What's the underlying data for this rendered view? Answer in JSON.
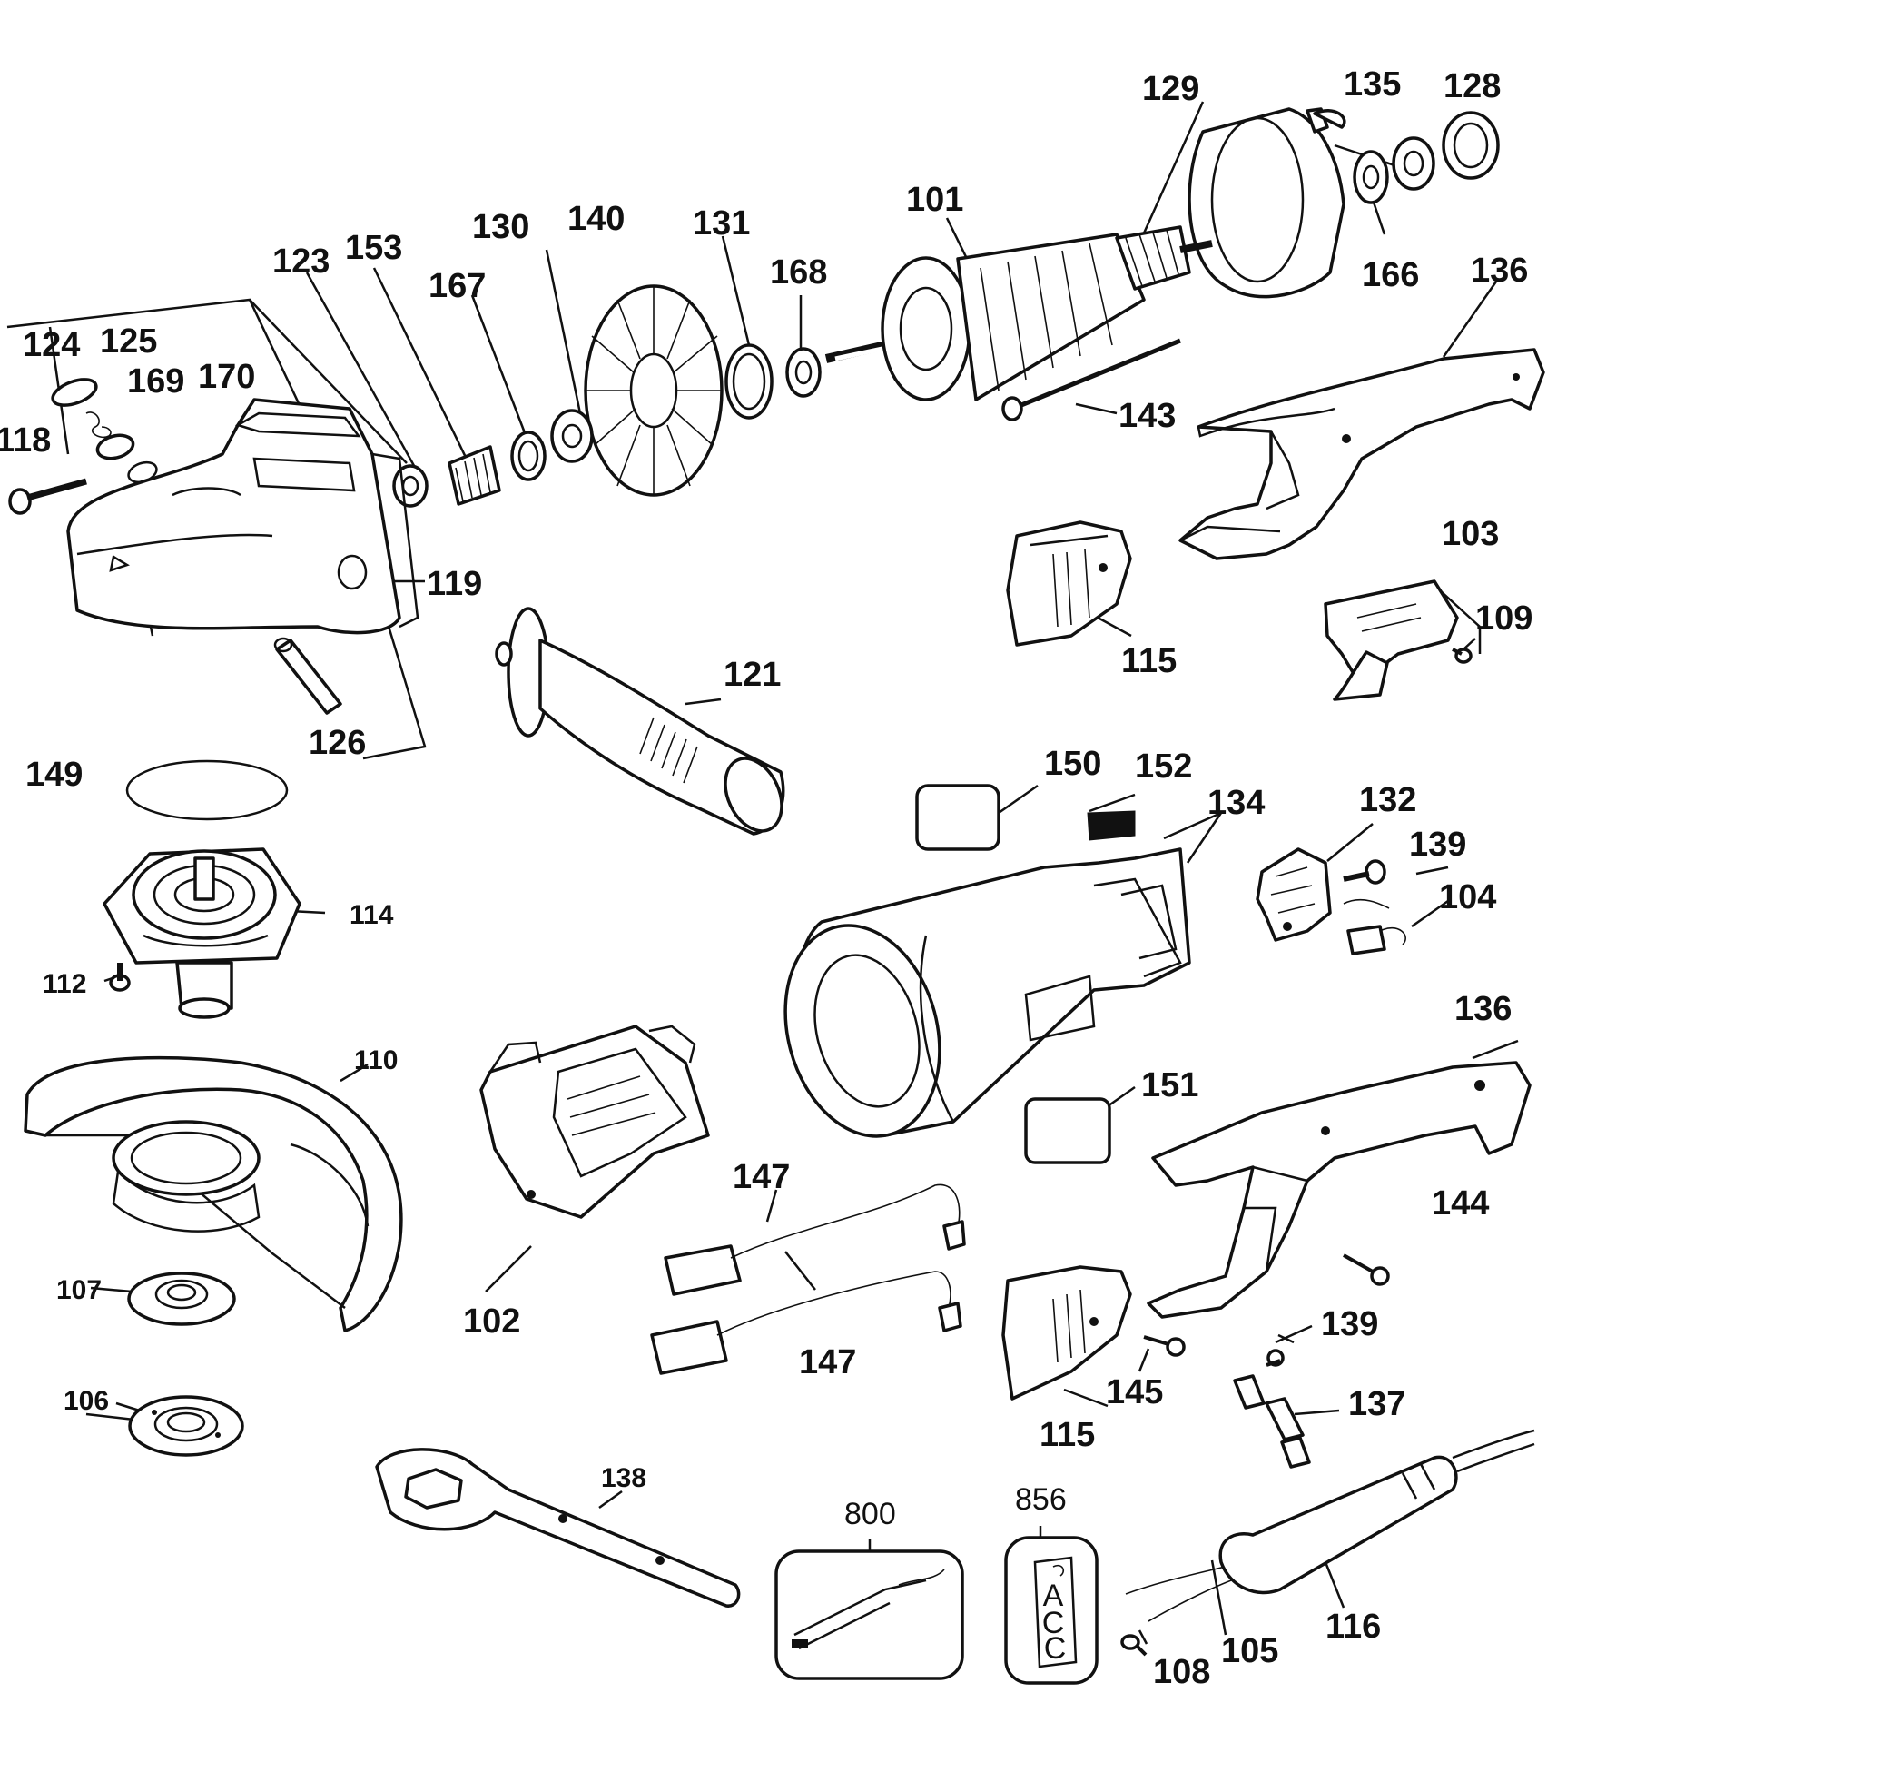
{
  "diagram": {
    "labels": {
      "p101": "101",
      "p102": "102",
      "p103": "103",
      "p104": "104",
      "p105": "105",
      "p106": "106",
      "p107": "107",
      "p108": "108",
      "p109": "109",
      "p110": "110",
      "p112": "112",
      "p114": "114",
      "p115a": "115",
      "p115b": "115",
      "p116": "116",
      "p118": "118",
      "p119": "119",
      "p121": "121",
      "p123": "123",
      "p124": "124",
      "p125": "125",
      "p126": "126",
      "p128": "128",
      "p129": "129",
      "p130": "130",
      "p131": "131",
      "p132": "132",
      "p134": "134",
      "p135": "135",
      "p136a": "136",
      "p136b": "136",
      "p137": "137",
      "p138": "138",
      "p139a": "139",
      "p139b": "139",
      "p140": "140",
      "p143": "143",
      "p144": "144",
      "p145": "145",
      "p147a": "147",
      "p147b": "147",
      "p149": "149",
      "p150": "150",
      "p151": "151",
      "p152": "152",
      "p153": "153",
      "p166": "166",
      "p167": "167",
      "p168": "168",
      "p169": "169",
      "p170": "170",
      "p800": "800",
      "p856": "856"
    },
    "tag_text": [
      "A",
      "C",
      "C"
    ]
  }
}
